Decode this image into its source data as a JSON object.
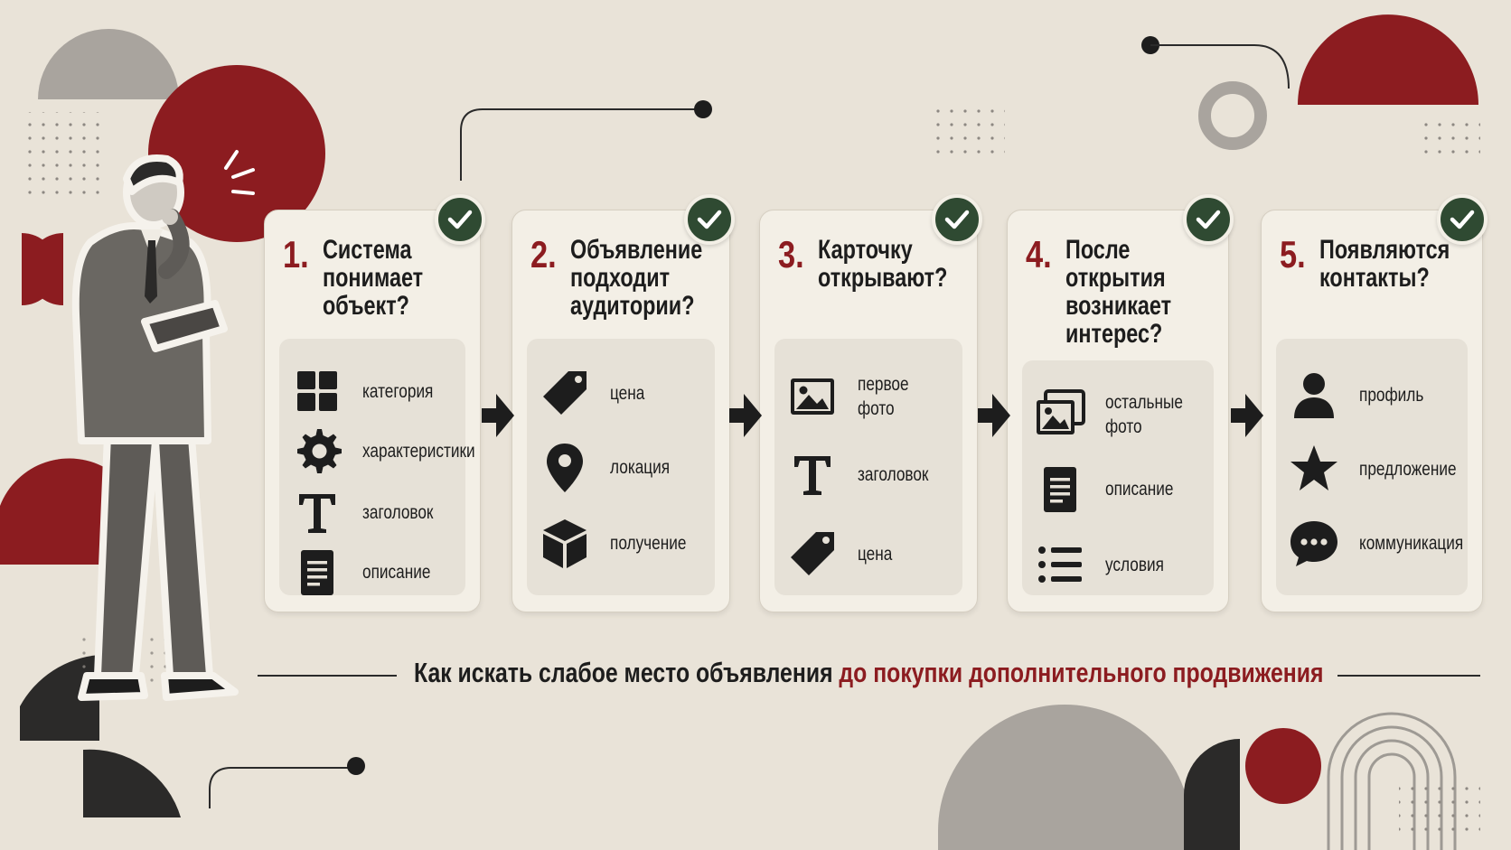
{
  "colors": {
    "background": "#e9e3d8",
    "card": "#f3efe6",
    "panel": "#e6e1d7",
    "accent_red": "#8c1c20",
    "check_green": "#2f4a32",
    "ink": "#1d1d1d",
    "grey": "#9e9a94"
  },
  "steps": [
    {
      "number": "1.",
      "title": "Система\nпонимает\nобъект?",
      "items": [
        {
          "icon": "grid-icon",
          "label": "категория"
        },
        {
          "icon": "gear-icon",
          "label": "характеристики"
        },
        {
          "icon": "text-icon",
          "label": "заголовок"
        },
        {
          "icon": "document-icon",
          "label": "описание"
        }
      ]
    },
    {
      "number": "2.",
      "title": "Объявление\nподходит\nаудитории?",
      "items": [
        {
          "icon": "price-tag-icon",
          "label": "цена"
        },
        {
          "icon": "location-pin-icon",
          "label": "локация"
        },
        {
          "icon": "box-icon",
          "label": "получение"
        }
      ]
    },
    {
      "number": "3.",
      "title": "Карточку\nоткрывают?",
      "items": [
        {
          "icon": "image-icon",
          "label": "первое фото"
        },
        {
          "icon": "text-icon",
          "label": "заголовок"
        },
        {
          "icon": "price-tag-icon",
          "label": "цена"
        }
      ]
    },
    {
      "number": "4.",
      "title": "После\nоткрытия\nвозникает\nинтерес?",
      "items": [
        {
          "icon": "images-icon",
          "label": "остальные\nфото"
        },
        {
          "icon": "document-icon",
          "label": "описание"
        },
        {
          "icon": "list-icon",
          "label": "условия"
        }
      ]
    },
    {
      "number": "5.",
      "title": "Появляются\nконтакты?",
      "items": [
        {
          "icon": "user-icon",
          "label": "профиль"
        },
        {
          "icon": "star-icon",
          "label": "предложение"
        },
        {
          "icon": "chat-icon",
          "label": "коммуникация"
        }
      ]
    }
  ],
  "caption": {
    "main": "Как искать слабое место объявления ",
    "accent": "до покупки дополнительного продвижения"
  }
}
